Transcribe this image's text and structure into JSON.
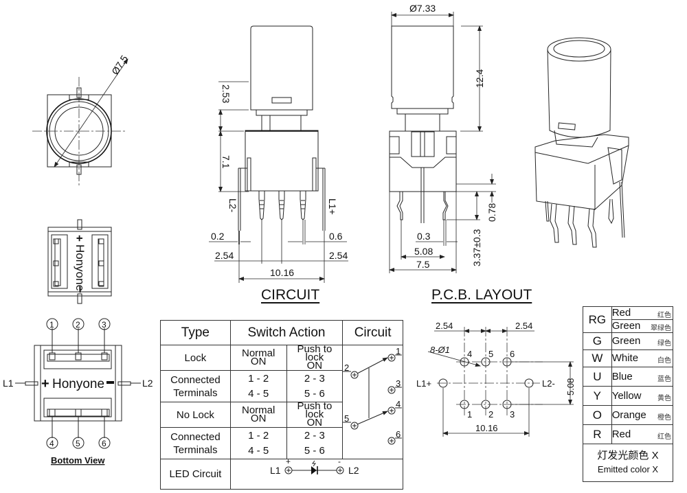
{
  "top_view": {
    "diameter_label": "Ø7.5"
  },
  "front_view": {
    "dims": {
      "cap_gap": "2.53",
      "body_height": "7.1",
      "pin_left_width": "0.2",
      "pin_right_width": "0.6",
      "pitch_left": "2.54",
      "pitch_right": "2.54",
      "overall_width": "10.16"
    },
    "labels": {
      "left_pin": "L2-",
      "right_pin": "L1+"
    }
  },
  "side_view": {
    "dims": {
      "cap_diameter": "Ø7.33",
      "cap_height": "12.4",
      "pin_offset": "0.78",
      "pin_length": "3.37±0.3",
      "pin_width": "0.3",
      "pin_spacing": "5.08",
      "body_width": "7.5"
    }
  },
  "top_bottom_view": {
    "brand": "Honyone",
    "plus": "+",
    "minus": "−"
  },
  "bottom_view": {
    "title": "Bottom View",
    "brand": "Honyone",
    "pins_top": [
      "1",
      "2",
      "3"
    ],
    "pins_bottom": [
      "4",
      "5",
      "6"
    ],
    "lead_left": "L1",
    "lead_right": "L2"
  },
  "circuit": {
    "heading": "CIRCUIT",
    "headers": {
      "type": "Type",
      "action": "Switch Action",
      "circuit": "Circuit"
    },
    "rows": [
      {
        "type": "Lock",
        "normal": [
          "Normal",
          "ON"
        ],
        "push": [
          "Push to lock",
          "ON"
        ]
      },
      {
        "type": [
          "Connected",
          "Terminals"
        ],
        "normal": [
          "1 - 2",
          "4 - 5"
        ],
        "push": [
          "2 - 3",
          "5 - 6"
        ]
      },
      {
        "type": "No Lock",
        "normal": [
          "Normal",
          "ON"
        ],
        "push": [
          "Push to lock",
          "ON"
        ]
      },
      {
        "type": [
          "Connected",
          "Terminals"
        ],
        "normal": [
          "1 - 2",
          "4 - 5"
        ],
        "push": [
          "2 - 3",
          "5 - 6"
        ]
      }
    ],
    "schematic_pins": [
      "1",
      "2",
      "3",
      "4",
      "5",
      "6"
    ],
    "led": {
      "label": "LED Circuit",
      "left": "L1",
      "right": "L2",
      "plus": "+",
      "minus": "-"
    }
  },
  "pcb": {
    "heading": "P.C.B. LAYOUT",
    "dims": {
      "left_pitch": "2.54",
      "right_pitch": "2.54",
      "holes": "8-Ø1",
      "row_spacing": "5.08",
      "overall": "10.16"
    },
    "pins_top": [
      "4",
      "5",
      "6"
    ],
    "pins_bottom": [
      "1",
      "2",
      "3"
    ],
    "lead_left": "L1+",
    "lead_right": "L2-"
  },
  "colors": {
    "rows": [
      {
        "code": "RG",
        "names": [
          {
            "en": "Red",
            "cn": "红色"
          },
          {
            "en": "Green",
            "cn": "翠绿色"
          }
        ]
      },
      {
        "code": "G",
        "names": [
          {
            "en": "Green",
            "cn": "绿色"
          }
        ]
      },
      {
        "code": "W",
        "names": [
          {
            "en": "White",
            "cn": "白色"
          }
        ]
      },
      {
        "code": "U",
        "names": [
          {
            "en": "Blue",
            "cn": "蓝色"
          }
        ]
      },
      {
        "code": "Y",
        "names": [
          {
            "en": "Yellow",
            "cn": "黄色"
          }
        ]
      },
      {
        "code": "O",
        "names": [
          {
            "en": "Orange",
            "cn": "橙色"
          }
        ]
      },
      {
        "code": "R",
        "names": [
          {
            "en": "Red",
            "cn": "红色"
          }
        ]
      }
    ],
    "footer_cn": "灯发光颜色  X",
    "footer_en": "Emitted color X"
  }
}
